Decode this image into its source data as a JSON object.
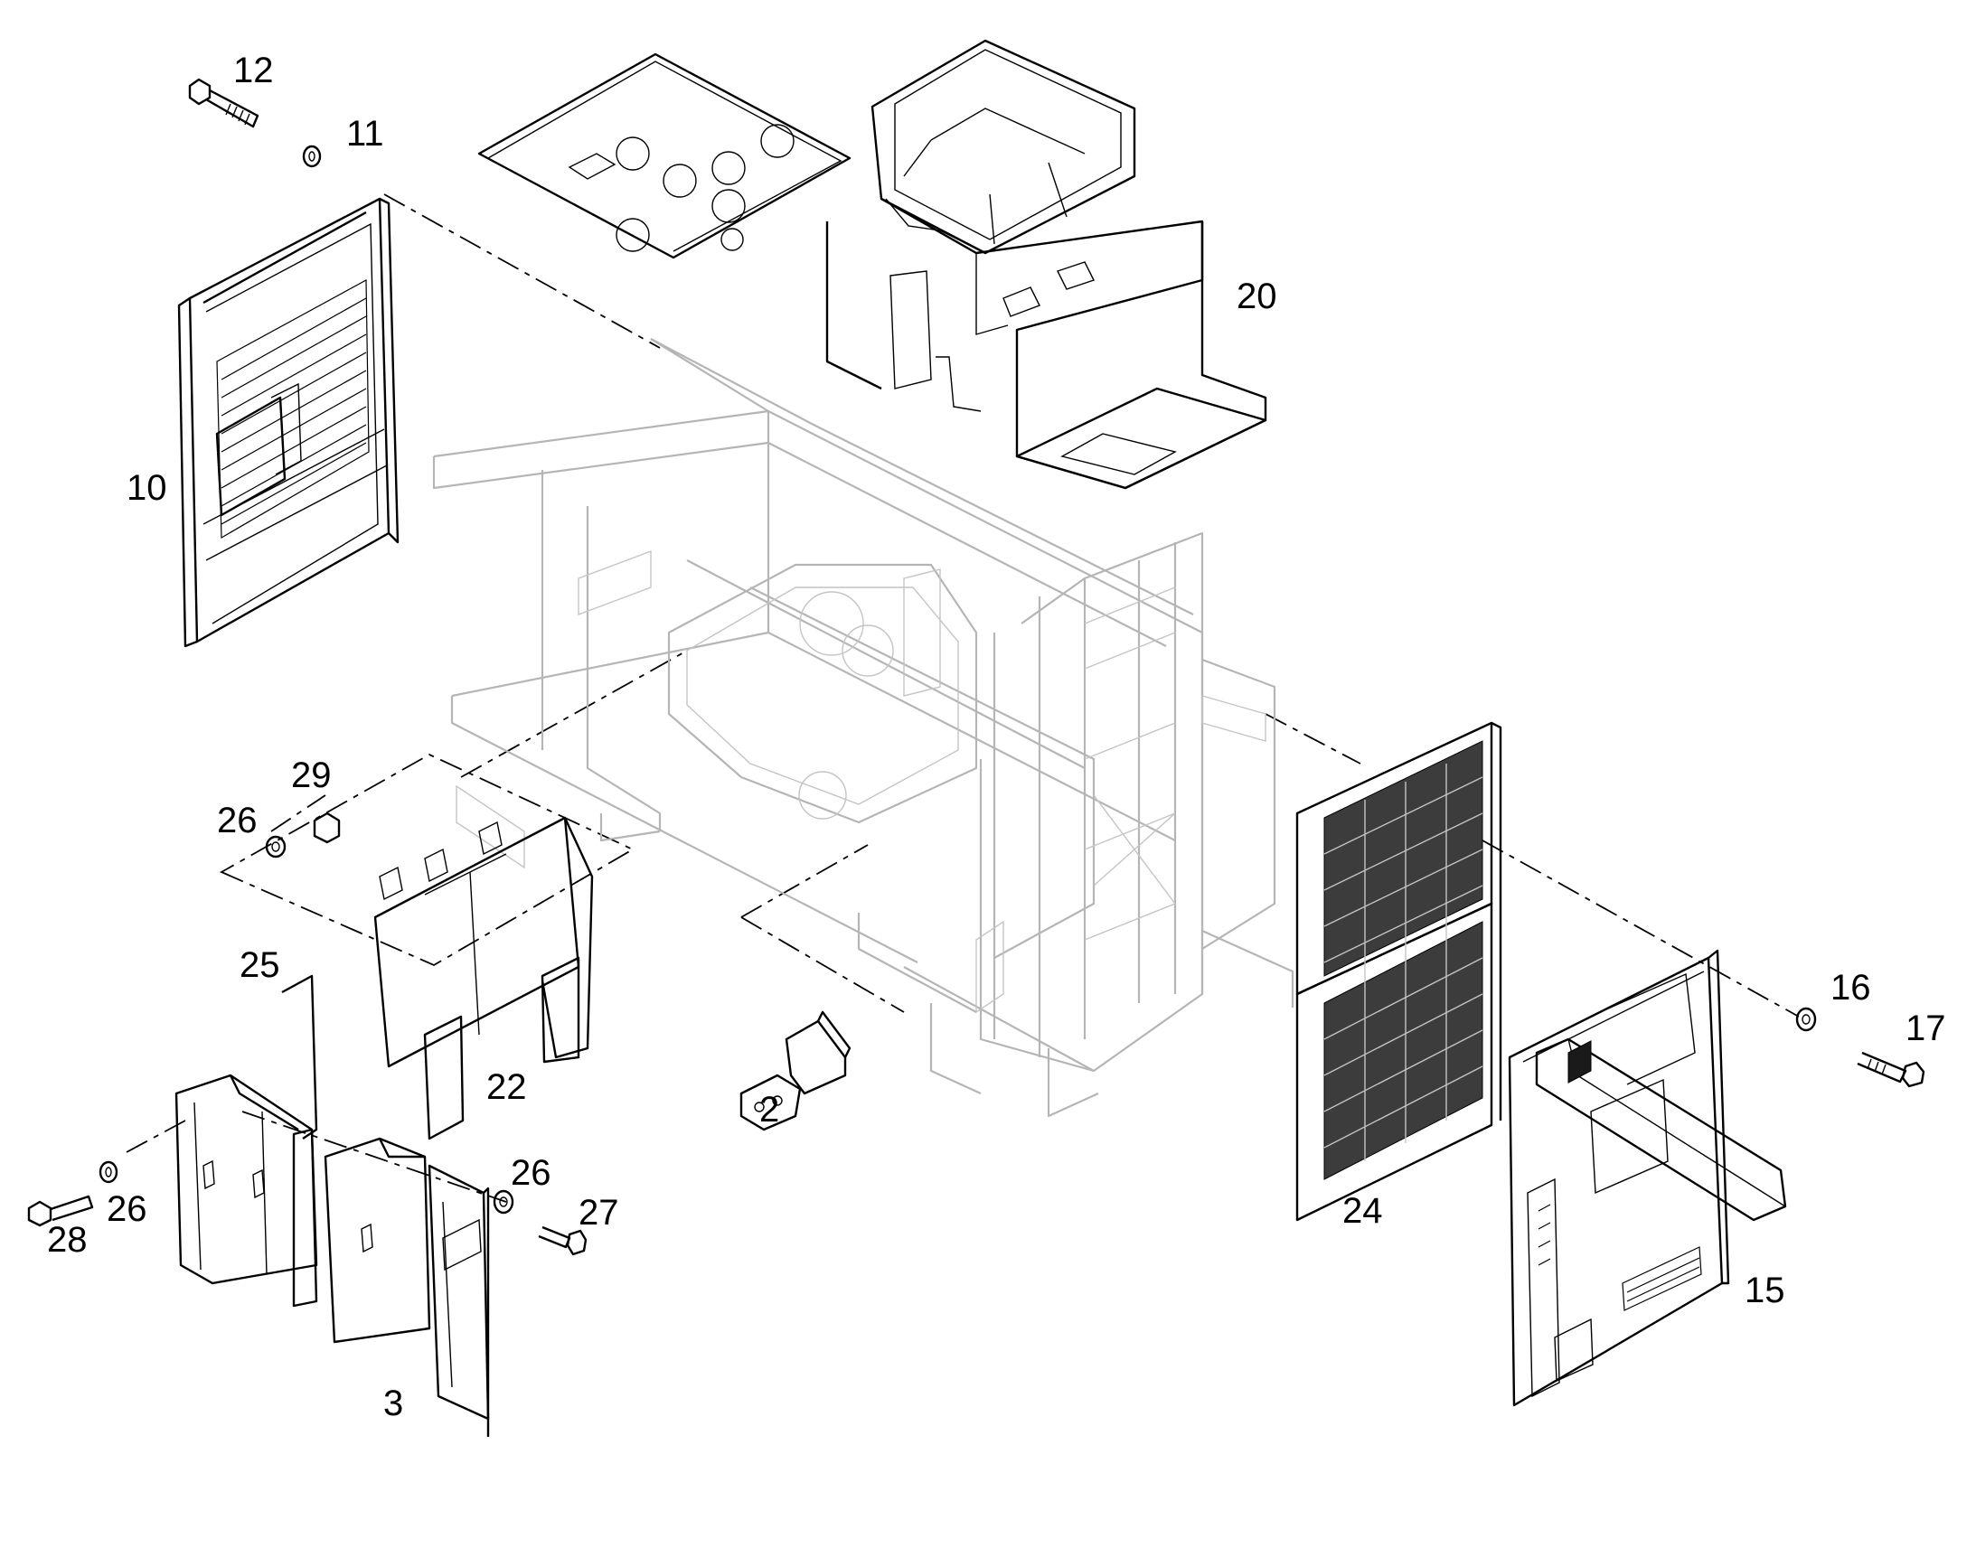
{
  "callouts": {
    "c2": "2",
    "c3": "3",
    "c10": "10",
    "c11": "11",
    "c12": "12",
    "c15": "15",
    "c16": "16",
    "c17": "17",
    "c20": "20",
    "c22": "22",
    "c24": "24",
    "c25": "25",
    "c26a": "26",
    "c26b": "26",
    "c26c": "26",
    "c27": "27",
    "c28": "28",
    "c29": "29"
  },
  "colors": {
    "line": "#000000",
    "background_frame": "#b5b5b5",
    "page": "#ffffff"
  }
}
